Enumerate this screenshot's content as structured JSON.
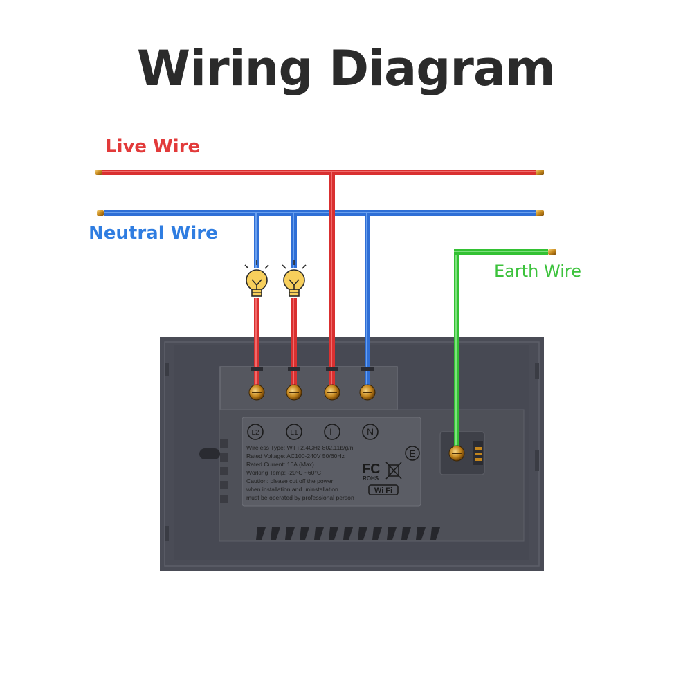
{
  "title": "Wiring Diagram",
  "wires": {
    "live": {
      "label": "Live Wire",
      "color": "#e23a3a"
    },
    "neutral": {
      "label": "Neutral Wire",
      "color": "#2f7de1"
    },
    "earth": {
      "label": "Earth Wire",
      "color": "#3cc23c"
    }
  },
  "terminals": [
    "L2",
    "L1",
    "L",
    "N"
  ],
  "specs": [
    "Wireless Type: WiFi 2.4GHz 802.11b/g/n",
    "Rated Voltage: AC100-240V 50/60Hz",
    "Rated Current: 16A (Max)",
    "Working Temp: -20°C ~60°C",
    "Caution: please cut off the power",
    "when installation and uninstallation",
    "must be operated by professional person"
  ],
  "marks": {
    "ce": "E",
    "fcc": "FC",
    "rohs": "ROHS",
    "wifi": "Wi Fi"
  }
}
